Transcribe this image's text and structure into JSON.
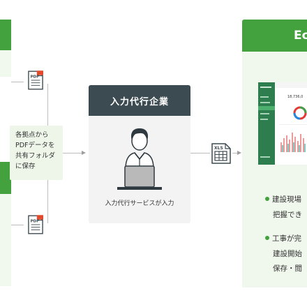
{
  "note": {
    "lines": [
      "各拠点から",
      "PDFデータを",
      "共有フォルダ",
      "に保存"
    ]
  },
  "card": {
    "title": "入力代行企業",
    "caption": "入力代行サービスが入力"
  },
  "icons": {
    "pdf_label": "PDF",
    "xls_label": "XLS"
  },
  "right_panel": {
    "title": "Ec",
    "bullets": [
      {
        "lines": [
          "建設現場",
          "把握でき"
        ]
      },
      {
        "lines": [
          "工事が完",
          "建設開始",
          "保存・閲"
        ]
      }
    ]
  },
  "dashboard": {
    "stat": "18,736,0"
  },
  "colors": {
    "accent_green": "#43a23d",
    "dark_header": "#3c4a51",
    "panel_bg": "#f0f7ec"
  }
}
